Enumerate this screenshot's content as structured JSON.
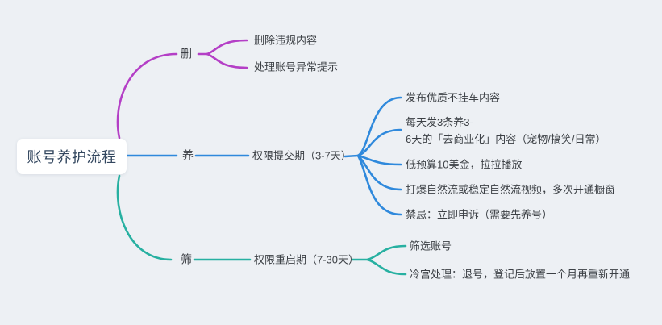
{
  "app": {
    "background_color": "#edf0f4"
  },
  "mindmap": {
    "root": {
      "label": "账号养护流程",
      "text_color": "#33475f",
      "bg_color": "#ffffff"
    },
    "branches": [
      {
        "label": "删",
        "color": "#b43fc6",
        "children": [
          {
            "label": "删除违规内容"
          },
          {
            "label": "处理账号异常提示"
          }
        ]
      },
      {
        "label": "养",
        "color": "#2f89dc",
        "children": [
          {
            "label": "权限提交期（3-7天）",
            "children": [
              {
                "label": "发布优质不挂车内容"
              },
              {
                "lines": [
                  "每天发3条养3-",
                  "6天的「去商业化」内容（宠物/搞笑/日常）"
                ]
              },
              {
                "label": "低预算10美金，拉拉播放"
              },
              {
                "label": "打爆自然流或稳定自然流视频，多次开通橱窗"
              },
              {
                "label": "禁忌：立即申诉（需要先养号）"
              }
            ]
          }
        ]
      },
      {
        "label": "筛",
        "color": "#27b0a1",
        "children": [
          {
            "label": "权限重启期（7-30天）",
            "children": [
              {
                "label": "筛选账号"
              },
              {
                "label": "冷宫处理：退号，登记后放置一个月再重新开通"
              }
            ]
          }
        ]
      }
    ]
  }
}
